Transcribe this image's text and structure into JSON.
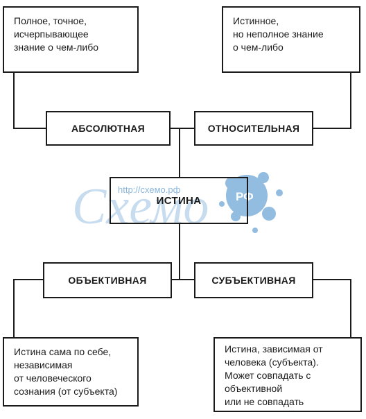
{
  "watermark": {
    "url": "http://схемо.рф",
    "logo_text": "Схемо",
    "logo_badge": "РФ",
    "accent_color": "#3a86c8"
  },
  "diagram": {
    "center": "ИСТИНА",
    "top_left": {
      "label": "АБСОЛЮТНАЯ",
      "description": "Полное, точное,\nисчерпывающее\nзнание о чем-либо"
    },
    "top_right": {
      "label": "ОТНОСИТЕЛЬНАЯ",
      "description": "Истинное,\nно неполное знание\nо чем-либо"
    },
    "bottom_left": {
      "label": "ОБЪЕКТИВНАЯ",
      "description": "Истина сама по себе,\nнезависимая\nот человеческого\nсознания (от субъекта)"
    },
    "bottom_right": {
      "label": "СУБЪЕКТИВНАЯ",
      "description": "Истина, зависимая от\nчеловека (субъекта).\nМожет совпадать с\nобъективной\nили не совпадать"
    }
  }
}
